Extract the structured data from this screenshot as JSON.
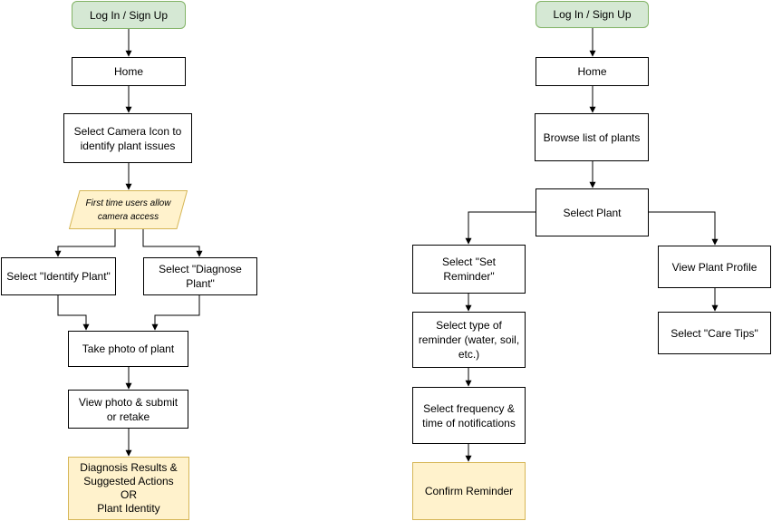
{
  "colors": {
    "start_fill": "#d5e8d4",
    "start_stroke": "#82b366",
    "end_fill": "#fff2cc",
    "end_stroke": "#d6b656",
    "line": "#000000"
  },
  "flow_left": {
    "login": "Log In / Sign Up",
    "home": "Home",
    "camera": "Select Camera Icon to identify plant issues",
    "camera_access": "First time users allow camera access",
    "identify": "Select \"Identify Plant\"",
    "diagnose": "Select \"Diagnose Plant\"",
    "photo": "Take photo of plant",
    "review": "View photo & submit or retake",
    "result": "Diagnosis Results &\nSuggested Actions\nOR\nPlant Identity"
  },
  "flow_right": {
    "login": "Log In / Sign Up",
    "home": "Home",
    "browse": "Browse list of plants",
    "select_plant": "Select Plant",
    "set_reminder": "Select \"Set Reminder\"",
    "reminder_type": "Select type of reminder (water, soil, etc.)",
    "frequency": "Select frequency & time of notifications",
    "confirm": "Confirm Reminder",
    "profile": "View Plant Profile",
    "care_tips": "Select \"Care Tips\""
  }
}
